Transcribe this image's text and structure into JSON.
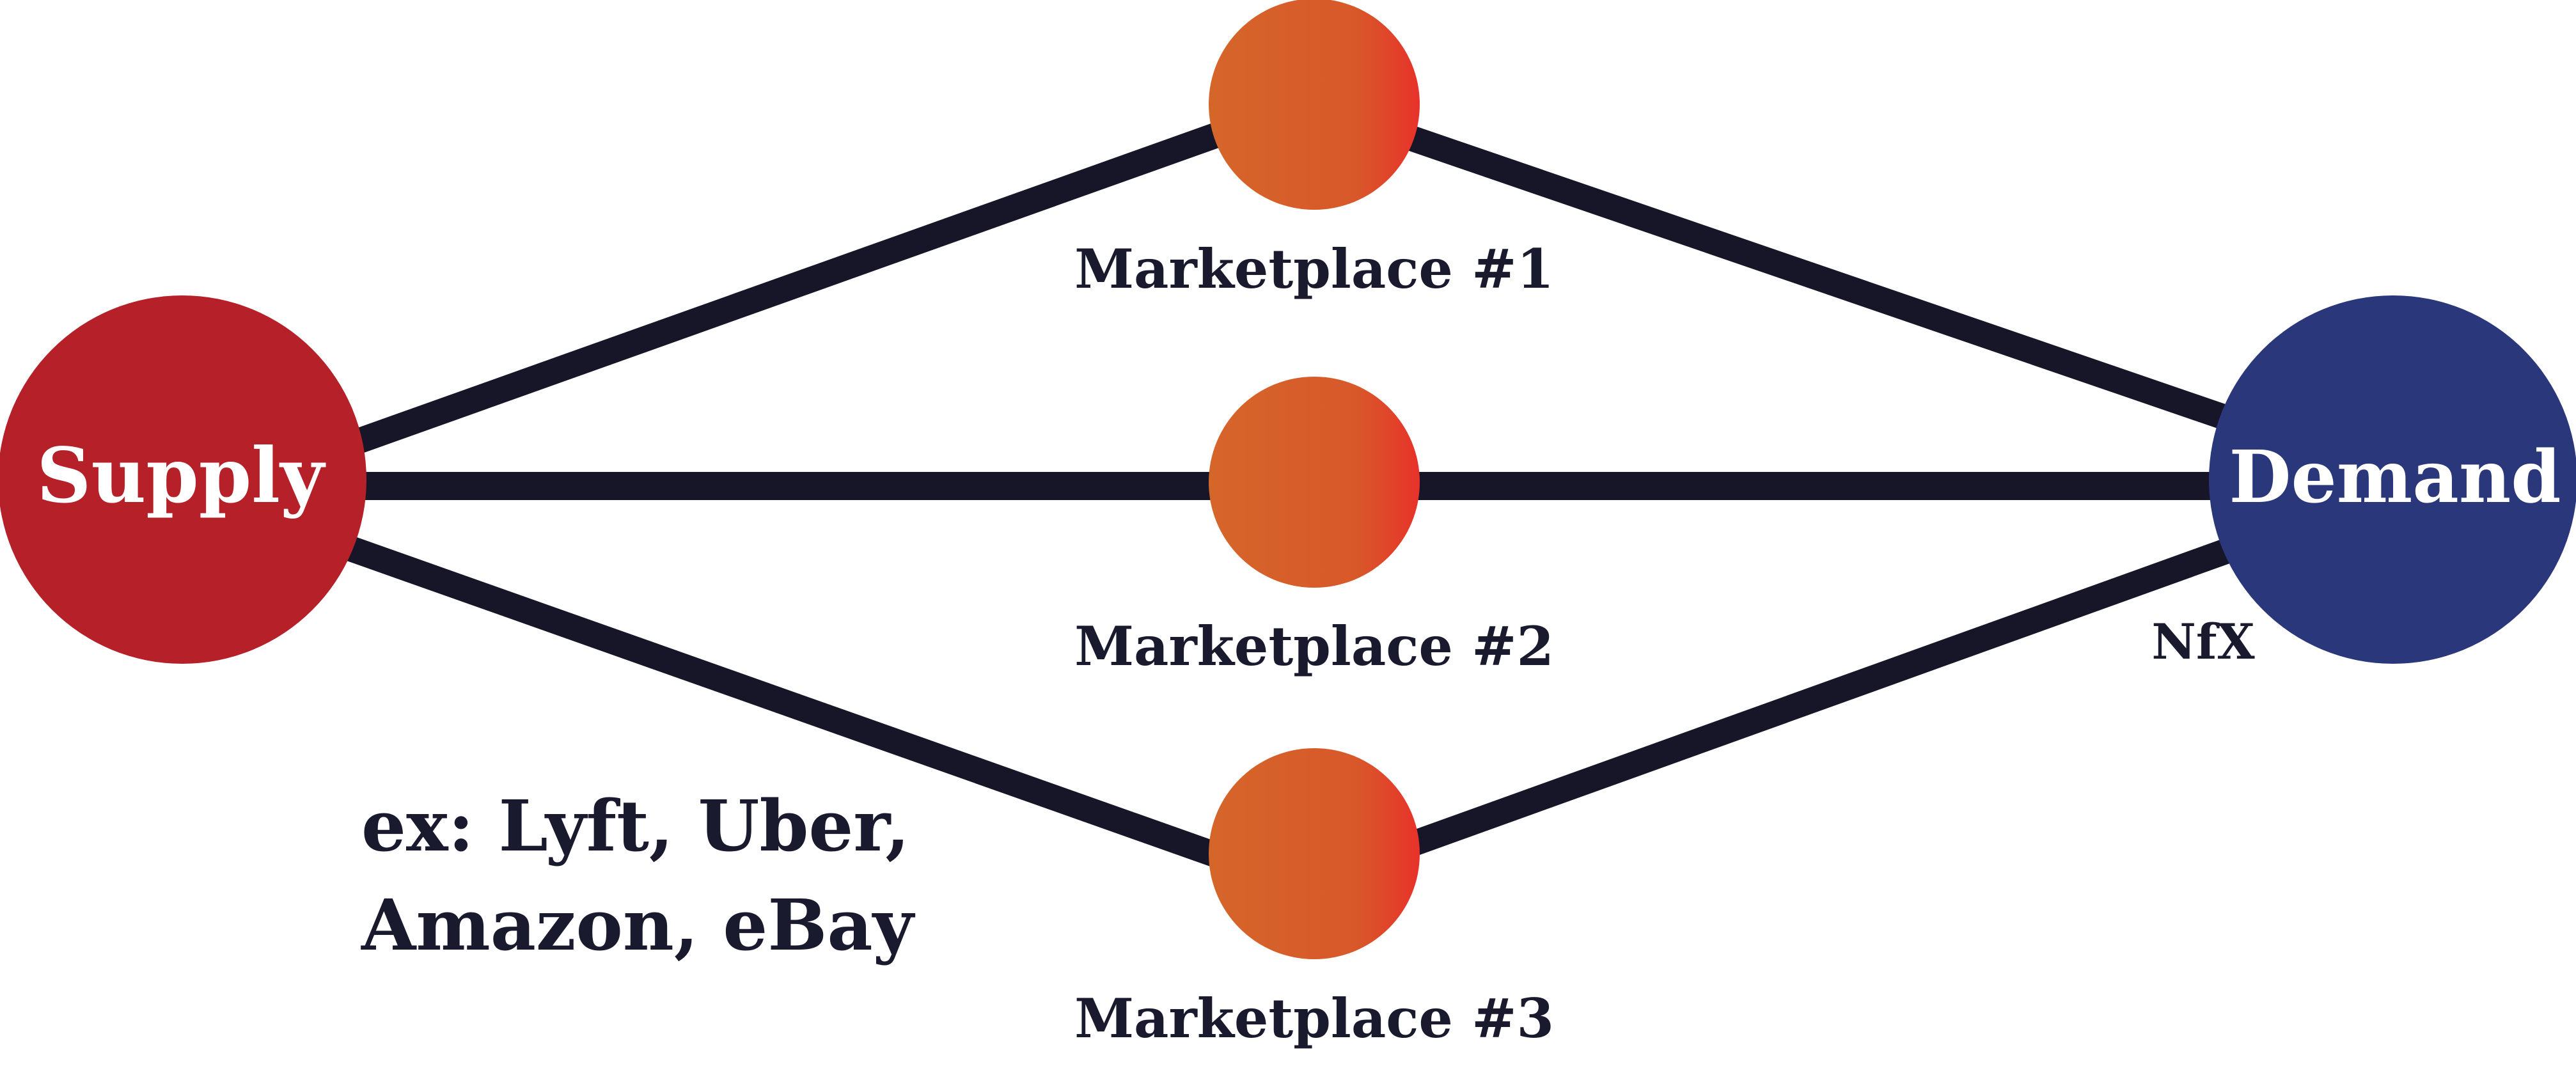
{
  "diagram": {
    "supply": {
      "label": "Supply",
      "color": "#b52029"
    },
    "demand": {
      "label": "Demand",
      "color": "#2a377a"
    },
    "marketplaces": [
      {
        "label": "Marketplace #1"
      },
      {
        "label": "Marketplace #2"
      },
      {
        "label": "Marketplace #3"
      }
    ],
    "marketplace_gradient": {
      "from": "#d5662a",
      "to": "#e8322a"
    },
    "connector_color": "#161628",
    "example": {
      "line1": "ex: Lyft, Uber,",
      "line2": "Amazon, eBay"
    },
    "logo": "NfX"
  }
}
